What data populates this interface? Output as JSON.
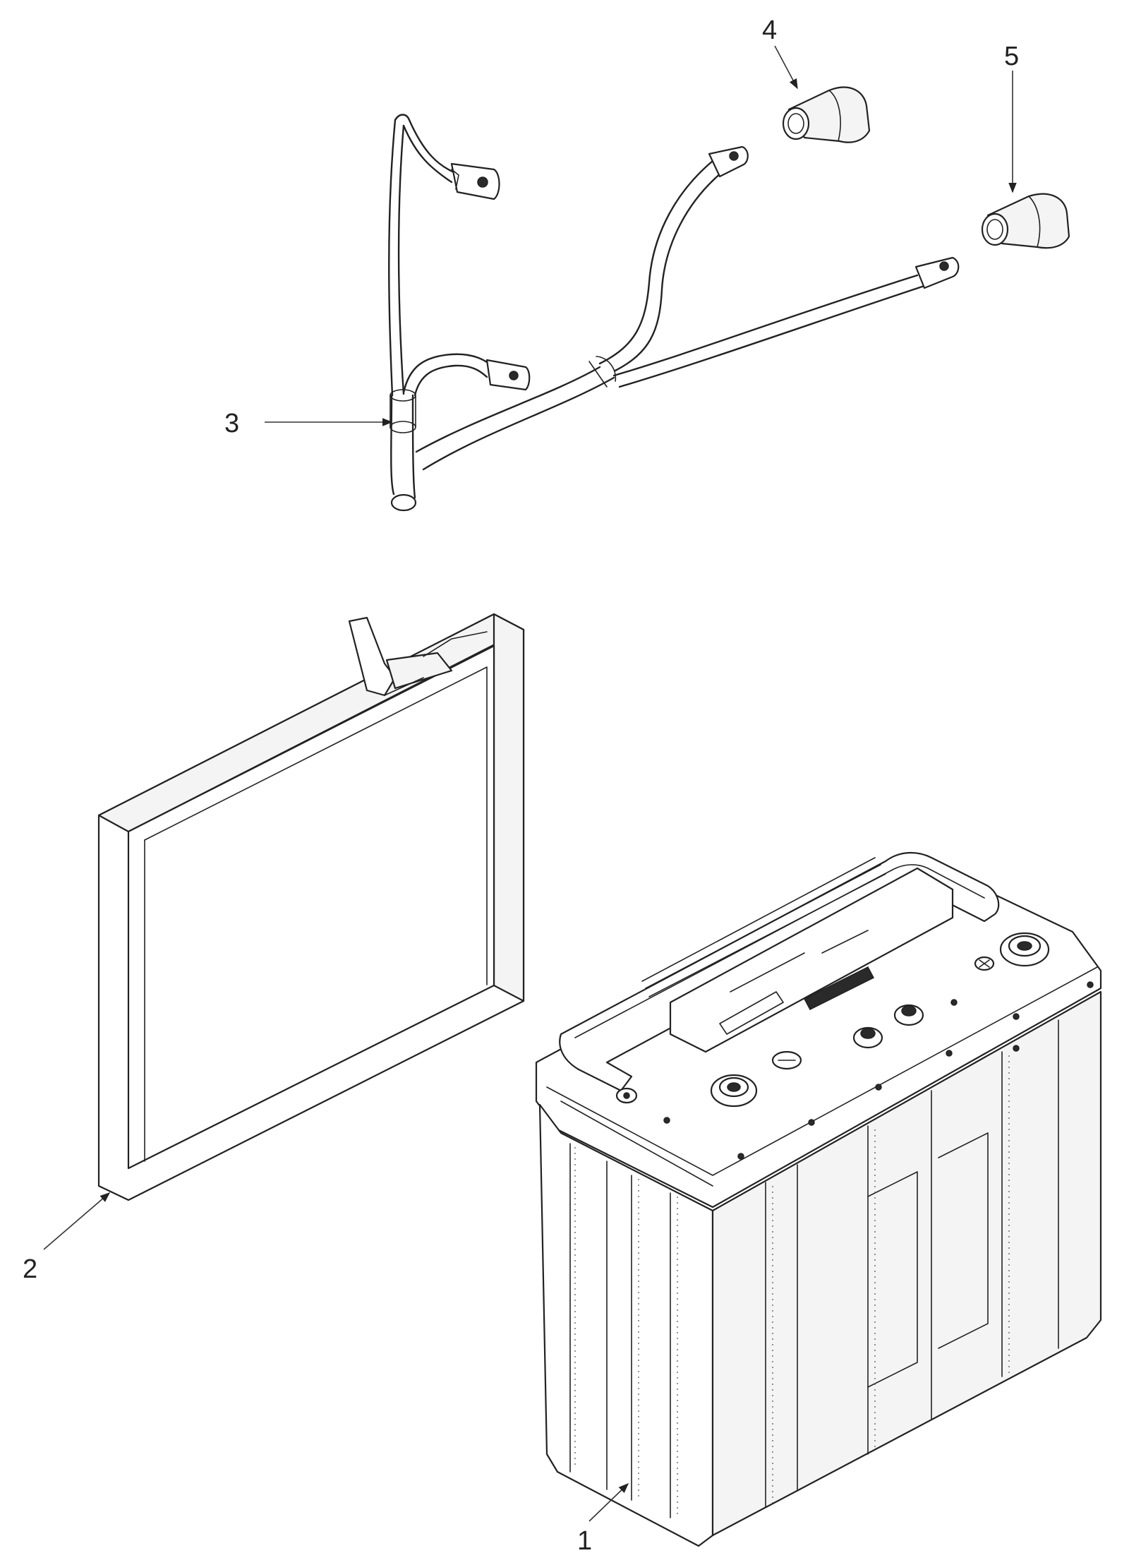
{
  "callouts": {
    "battery": "1",
    "frame": "2",
    "cable_harness": "3",
    "terminal_boot_a": "4",
    "terminal_boot_b": "5"
  },
  "colors": {
    "line": "#222222",
    "fill": "#f4f4f4",
    "background": "#ffffff"
  }
}
